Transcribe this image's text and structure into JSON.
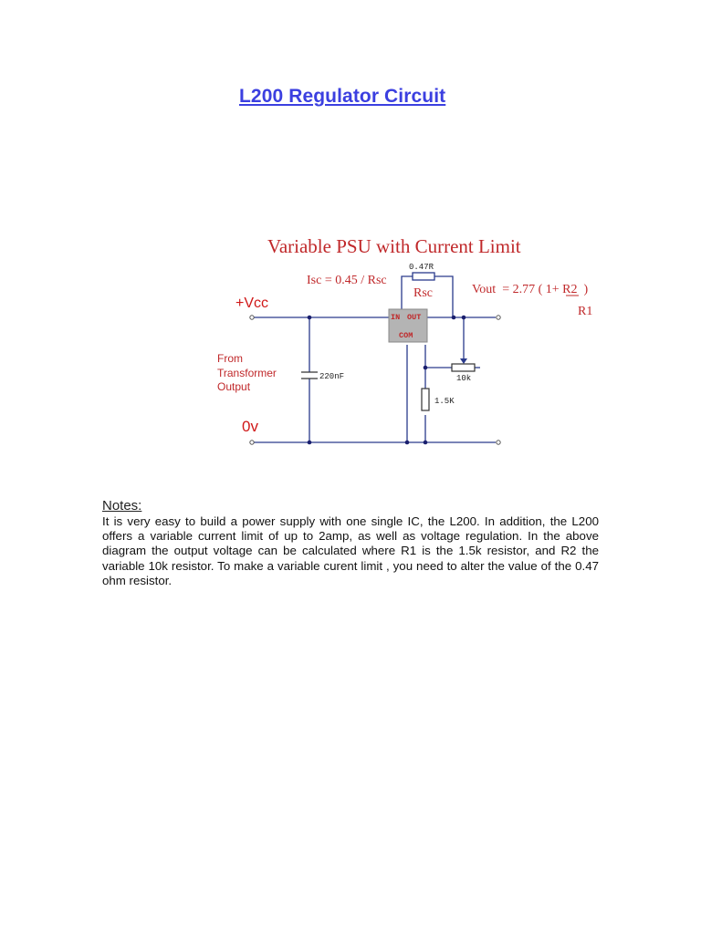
{
  "page": {
    "title": "L200 Regulator Circuit"
  },
  "diagram": {
    "title": "Variable PSU with Current Limit",
    "labels": {
      "vcc": "+Vcc",
      "zero_v": "0v",
      "from_line1": "From",
      "from_line2": "Transformer",
      "from_line3": "Output",
      "isc_formula": "Isc = 0.45 / Rsc",
      "rsc_value": "0.47R",
      "rsc_name": "Rsc",
      "vout_formula": "Vout  = 2.77 ( 1+ R2  )",
      "vout_denominator": "R1",
      "ic_in": "IN",
      "ic_out": "OUT",
      "ic_com": "COM",
      "capacitor": "220nF",
      "pot": "10k",
      "resistor": "1.5K"
    },
    "colors": {
      "wire": "#2a3a8c",
      "label_red": "#c0282a",
      "ic_fill": "#b4b4b4",
      "node": "#1a1f6e"
    }
  },
  "notes": {
    "heading": "Notes:",
    "body": "It is very easy to build a power supply with one single IC, the L200. In addition, the L200 offers a variable current limit of up to 2amp, as well as voltage regulation. In the above diagram the output voltage can be calculated where R1 is the 1.5k resistor, and R2 the variable 10k resistor. To make a variable curent limit , you need to alter the value of the 0.47 ohm resistor."
  }
}
